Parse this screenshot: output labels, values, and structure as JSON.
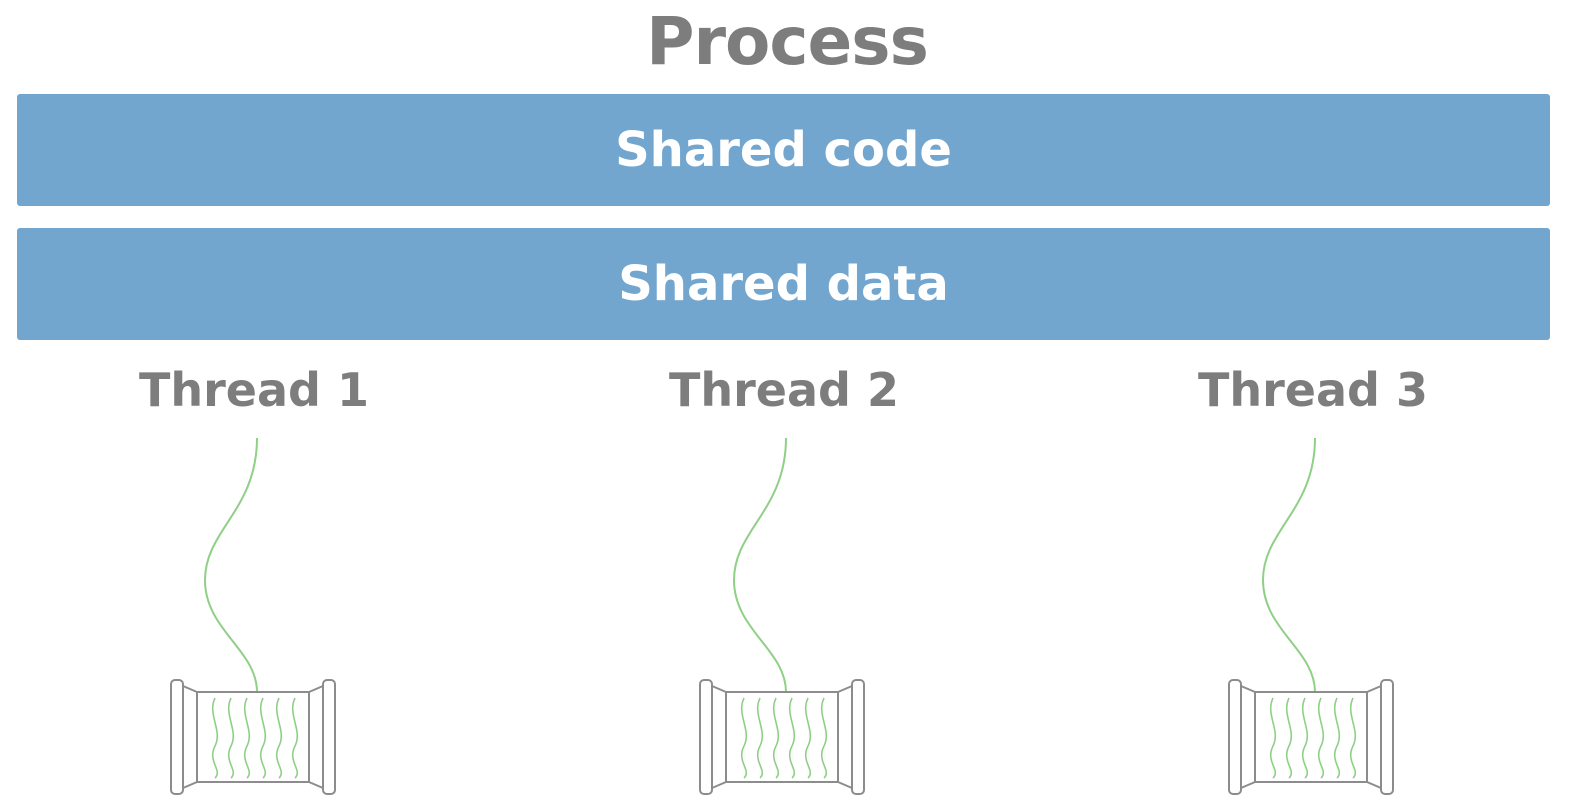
{
  "title": "Process",
  "shared_code_label": "Shared code",
  "shared_data_label": "Shared data",
  "threads": [
    {
      "label": "Thread 1"
    },
    {
      "label": "Thread 2"
    },
    {
      "label": "Thread 3"
    }
  ],
  "colors": {
    "bar": "#72a6ce",
    "bar_text": "#ffffff",
    "title_text": "#7d7d7d",
    "thread_line": "#8fcf86",
    "spool_outline": "#8c8c8c"
  },
  "icons": [
    "thread-spool-icon"
  ]
}
